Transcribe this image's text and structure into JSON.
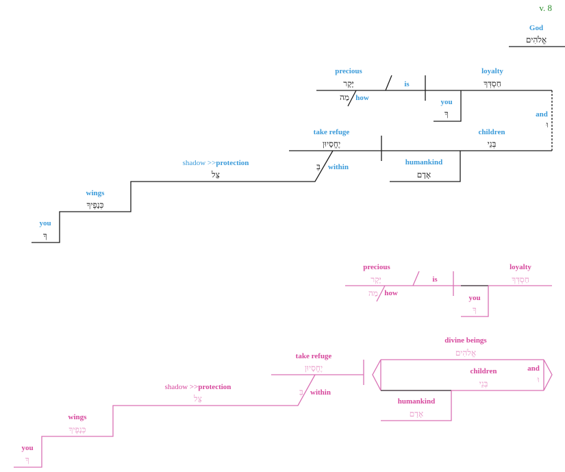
{
  "verse_label": "v. 8",
  "colors": {
    "english_top": "#3a9ad9",
    "hebrew_top": "#1a1a1a",
    "line_top": "#1a1a1a",
    "pink": "#d6479c",
    "pink_line": "#d970b4",
    "verse": "#2f8f2f",
    "dark_seg": "#333333"
  },
  "top_diagram": {
    "vocative": {
      "en": "God",
      "he": "אֱלֹהִים"
    },
    "clause1": {
      "precious": {
        "en": "precious",
        "he": "יָּקָר"
      },
      "how": {
        "en": "how",
        "he": "מַה"
      },
      "is": {
        "en": "is"
      },
      "loyalty": {
        "en": "loyalty",
        "he": "חַסְדְּךָ"
      },
      "you": {
        "en": "you",
        "he": "ךָ"
      }
    },
    "conjunction": {
      "en": "and",
      "he": "וּ"
    },
    "clause2": {
      "take_refuge": {
        "en": "take refuge",
        "he": "יֶחֱסָיוּן"
      },
      "within": {
        "en": "within",
        "he": "בְּ"
      },
      "children": {
        "en": "children",
        "he": "בְּנֵי"
      },
      "humankind": {
        "en": "humankind",
        "he": "אָדָם"
      },
      "shadow": {
        "en_prefix": "shadow >>",
        "en": "protection",
        "he": "צֵל"
      },
      "wings": {
        "en": "wings",
        "he": "כְּנָפֶיךָ"
      },
      "you": {
        "en": "you",
        "he": "ךָ"
      }
    }
  },
  "bottom_diagram": {
    "clause1": {
      "precious": {
        "en": "precious",
        "he": "יָּקָר"
      },
      "how": {
        "en": "how",
        "he": "מַה"
      },
      "is": {
        "en": "is"
      },
      "loyalty": {
        "en": "loyalty",
        "he": "חַסְדְּךָ"
      },
      "you": {
        "en": "you",
        "he": "ךָ"
      }
    },
    "clause2": {
      "take_refuge": {
        "en": "take refuge",
        "he": "יֶחֱסָיוּן"
      },
      "within": {
        "en": "within",
        "he": "בְּ"
      },
      "divine_beings": {
        "en": "divine beings",
        "he": "אֱלֹהִים"
      },
      "children": {
        "en": "children",
        "he": "בְּנֵי"
      },
      "and": {
        "en": "and",
        "he": "וּ"
      },
      "humankind": {
        "en": "humankind",
        "he": "אָדָם"
      },
      "shadow": {
        "en_prefix": "shadow >>",
        "en": "protection",
        "he": "צֵל"
      },
      "wings": {
        "en": "wings",
        "he": "כְּנָפֶיךָ"
      },
      "you": {
        "en": "you",
        "he": "ךָ"
      }
    }
  }
}
